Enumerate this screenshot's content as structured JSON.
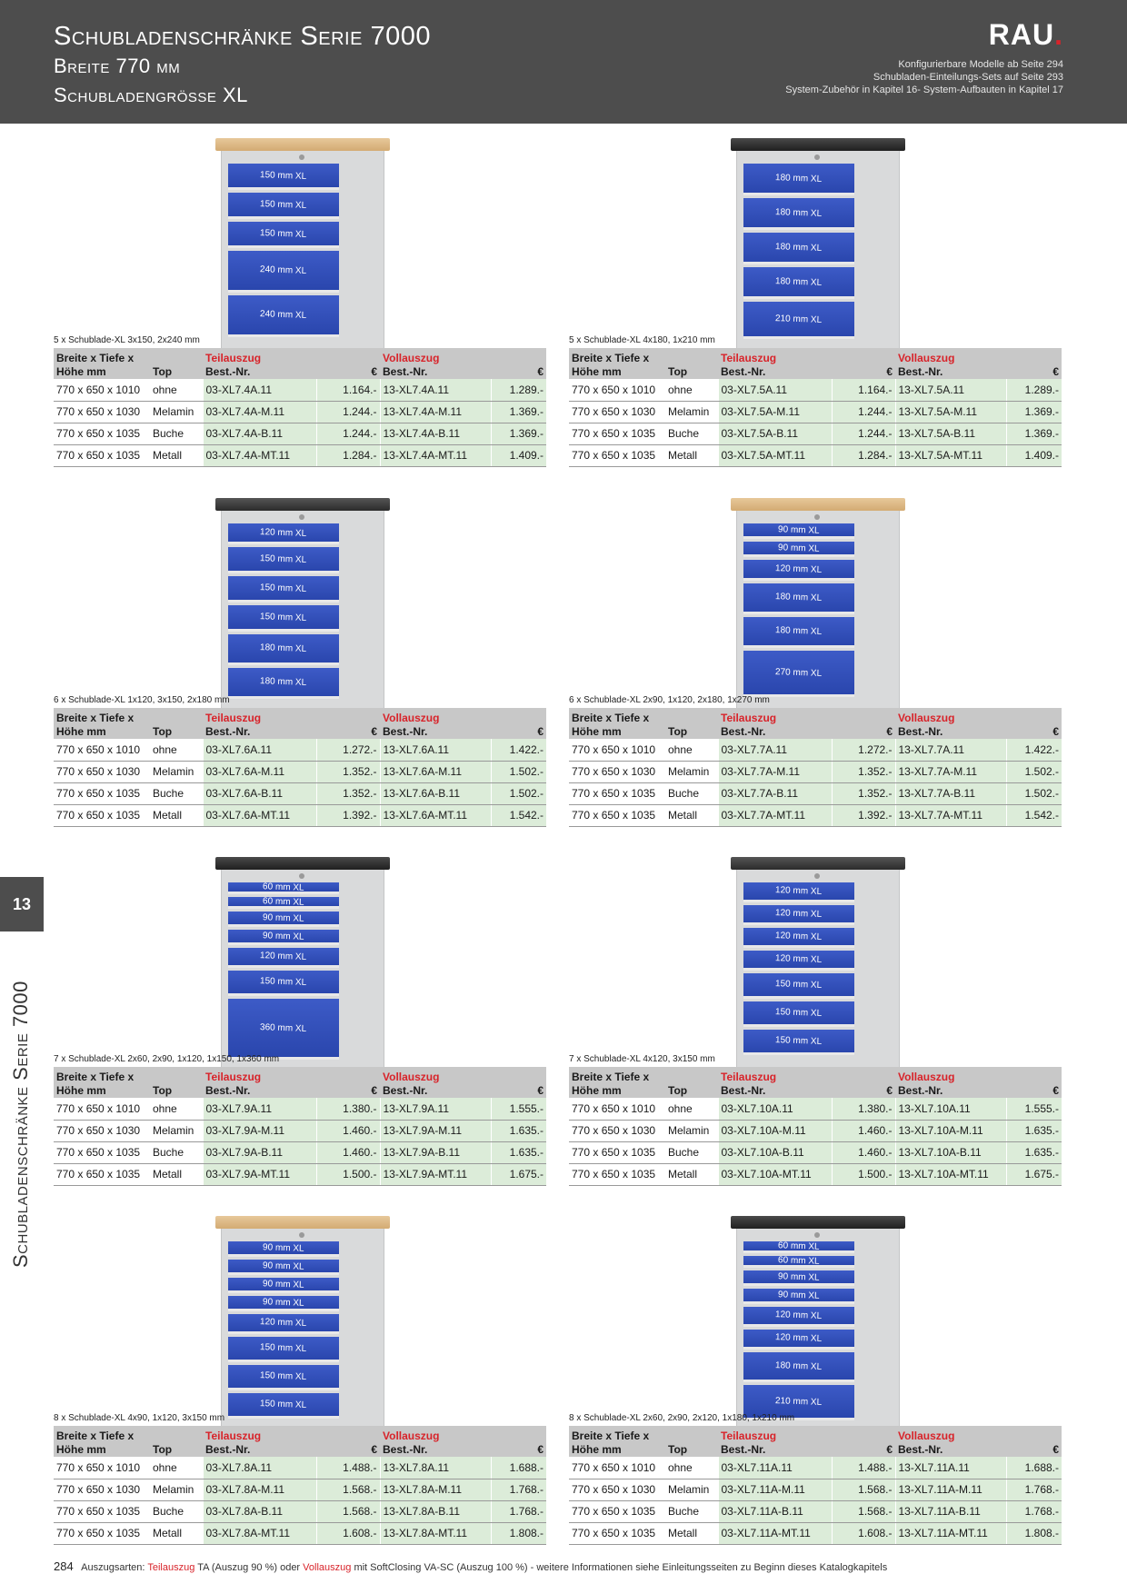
{
  "header": {
    "title_line1": "Schubladenschränke Serie 7000",
    "title_line2": "Breite 770 mm",
    "title_line3": "Schubladengrösse XL",
    "logo": "RAU",
    "logo_dot": ".",
    "info": [
      "Konfigurierbare Modelle ab Seite 294",
      "Schubladen-Einteilungs-Sets auf Seite 293",
      "System-Zubehör in Kapitel 16- System-Aufbauten in Kapitel 17"
    ]
  },
  "side": {
    "chapter": "13",
    "vertical_title": "Schubladenschränke Serie 7000"
  },
  "table_headers": {
    "col1_line1": "Breite x Tiefe x",
    "col1_line2": "Höhe mm",
    "col2": "Top",
    "teil": "Teilauszug",
    "voll": "Vollauszug",
    "bestnr": "Best.-Nr.",
    "eur": "€"
  },
  "products": [
    {
      "caption": "5 x Schublade-XL 3x150, 2x240 mm",
      "top": "wood",
      "drawers": [
        {
          "label": "150 mm XL",
          "h": 150
        },
        {
          "label": "150 mm XL",
          "h": 150
        },
        {
          "label": "150 mm XL",
          "h": 150
        },
        {
          "label": "240 mm XL",
          "h": 240
        },
        {
          "label": "240 mm XL",
          "h": 240
        }
      ],
      "rows": [
        {
          "size": "770 x 650 x 1010",
          "top": "ohne",
          "t_nr": "03-XL7.4A.11",
          "t_p": "1.164.-",
          "v_nr": "13-XL7.4A.11",
          "v_p": "1.289.-"
        },
        {
          "size": "770 x 650 x 1030",
          "top": "Melamin",
          "t_nr": "03-XL7.4A-M.11",
          "t_p": "1.244.-",
          "v_nr": "13-XL7.4A-M.11",
          "v_p": "1.369.-"
        },
        {
          "size": "770 x 650 x 1035",
          "top": "Buche",
          "t_nr": "03-XL7.4A-B.11",
          "t_p": "1.244.-",
          "v_nr": "13-XL7.4A-B.11",
          "v_p": "1.369.-"
        },
        {
          "size": "770 x 650 x 1035",
          "top": "Metall",
          "t_nr": "03-XL7.4A-MT.11",
          "t_p": "1.284.-",
          "v_nr": "13-XL7.4A-MT.11",
          "v_p": "1.409.-"
        }
      ]
    },
    {
      "caption": "5 x Schublade-XL 4x180, 1x210 mm",
      "top": "rubber",
      "drawers": [
        {
          "label": "180 mm XL",
          "h": 180
        },
        {
          "label": "180 mm XL",
          "h": 180
        },
        {
          "label": "180 mm XL",
          "h": 180
        },
        {
          "label": "180 mm XL",
          "h": 180
        },
        {
          "label": "210 mm XL",
          "h": 210
        }
      ],
      "rows": [
        {
          "size": "770 x 650 x 1010",
          "top": "ohne",
          "t_nr": "03-XL7.5A.11",
          "t_p": "1.164.-",
          "v_nr": "13-XL7.5A.11",
          "v_p": "1.289.-"
        },
        {
          "size": "770 x 650 x 1030",
          "top": "Melamin",
          "t_nr": "03-XL7.5A-M.11",
          "t_p": "1.244.-",
          "v_nr": "13-XL7.5A-M.11",
          "v_p": "1.369.-"
        },
        {
          "size": "770 x 650 x 1035",
          "top": "Buche",
          "t_nr": "03-XL7.5A-B.11",
          "t_p": "1.244.-",
          "v_nr": "13-XL7.5A-B.11",
          "v_p": "1.369.-"
        },
        {
          "size": "770 x 650 x 1035",
          "top": "Metall",
          "t_nr": "03-XL7.5A-MT.11",
          "t_p": "1.284.-",
          "v_nr": "13-XL7.5A-MT.11",
          "v_p": "1.409.-"
        }
      ]
    },
    {
      "caption": "6 x Schublade-XL 1x120, 3x150, 2x180 mm",
      "top": "black",
      "drawers": [
        {
          "label": "120 mm XL",
          "h": 120
        },
        {
          "label": "150 mm XL",
          "h": 150
        },
        {
          "label": "150 mm XL",
          "h": 150
        },
        {
          "label": "150 mm XL",
          "h": 150
        },
        {
          "label": "180 mm XL",
          "h": 180
        },
        {
          "label": "180 mm XL",
          "h": 180
        }
      ],
      "rows": [
        {
          "size": "770 x 650 x 1010",
          "top": "ohne",
          "t_nr": "03-XL7.6A.11",
          "t_p": "1.272.-",
          "v_nr": "13-XL7.6A.11",
          "v_p": "1.422.-"
        },
        {
          "size": "770 x 650 x 1030",
          "top": "Melamin",
          "t_nr": "03-XL7.6A-M.11",
          "t_p": "1.352.-",
          "v_nr": "13-XL7.6A-M.11",
          "v_p": "1.502.-"
        },
        {
          "size": "770 x 650 x 1035",
          "top": "Buche",
          "t_nr": "03-XL7.6A-B.11",
          "t_p": "1.352.-",
          "v_nr": "13-XL7.6A-B.11",
          "v_p": "1.502.-"
        },
        {
          "size": "770 x 650 x 1035",
          "top": "Metall",
          "t_nr": "03-XL7.6A-MT.11",
          "t_p": "1.392.-",
          "v_nr": "13-XL7.6A-MT.11",
          "v_p": "1.542.-"
        }
      ]
    },
    {
      "caption": "6 x Schublade-XL 2x90, 1x120, 2x180, 1x270 mm",
      "top": "wood",
      "drawers": [
        {
          "label": "90 mm XL",
          "h": 90
        },
        {
          "label": "90 mm XL",
          "h": 90
        },
        {
          "label": "120 mm XL",
          "h": 120
        },
        {
          "label": "180 mm XL",
          "h": 180
        },
        {
          "label": "180 mm XL",
          "h": 180
        },
        {
          "label": "270 mm XL",
          "h": 270
        }
      ],
      "rows": [
        {
          "size": "770 x 650 x 1010",
          "top": "ohne",
          "t_nr": "03-XL7.7A.11",
          "t_p": "1.272.-",
          "v_nr": "13-XL7.7A.11",
          "v_p": "1.422.-"
        },
        {
          "size": "770 x 650 x 1030",
          "top": "Melamin",
          "t_nr": "03-XL7.7A-M.11",
          "t_p": "1.352.-",
          "v_nr": "13-XL7.7A-M.11",
          "v_p": "1.502.-"
        },
        {
          "size": "770 x 650 x 1035",
          "top": "Buche",
          "t_nr": "03-XL7.7A-B.11",
          "t_p": "1.352.-",
          "v_nr": "13-XL7.7A-B.11",
          "v_p": "1.502.-"
        },
        {
          "size": "770 x 650 x 1035",
          "top": "Metall",
          "t_nr": "03-XL7.7A-MT.11",
          "t_p": "1.392.-",
          "v_nr": "13-XL7.7A-MT.11",
          "v_p": "1.542.-"
        }
      ]
    },
    {
      "caption": "7 x Schublade-XL 2x60, 2x90, 1x120, 1x150, 1x360 mm",
      "top": "rubber",
      "drawers": [
        {
          "label": "60 mm XL",
          "h": 60
        },
        {
          "label": "60 mm XL",
          "h": 60
        },
        {
          "label": "90 mm XL",
          "h": 90
        },
        {
          "label": "90 mm XL",
          "h": 90
        },
        {
          "label": "120 mm XL",
          "h": 120
        },
        {
          "label": "150 mm XL",
          "h": 150
        },
        {
          "label": "360 mm XL",
          "h": 360
        }
      ],
      "rows": [
        {
          "size": "770 x 650 x 1010",
          "top": "ohne",
          "t_nr": "03-XL7.9A.11",
          "t_p": "1.380.-",
          "v_nr": "13-XL7.9A.11",
          "v_p": "1.555.-"
        },
        {
          "size": "770 x 650 x 1030",
          "top": "Melamin",
          "t_nr": "03-XL7.9A-M.11",
          "t_p": "1.460.-",
          "v_nr": "13-XL7.9A-M.11",
          "v_p": "1.635.-"
        },
        {
          "size": "770 x 650 x 1035",
          "top": "Buche",
          "t_nr": "03-XL7.9A-B.11",
          "t_p": "1.460.-",
          "v_nr": "13-XL7.9A-B.11",
          "v_p": "1.635.-"
        },
        {
          "size": "770 x 650 x 1035",
          "top": "Metall",
          "t_nr": "03-XL7.9A-MT.11",
          "t_p": "1.500.-",
          "v_nr": "13-XL7.9A-MT.11",
          "v_p": "1.675.-"
        }
      ]
    },
    {
      "caption": "7 x Schublade-XL 4x120, 3x150 mm",
      "top": "black",
      "drawers": [
        {
          "label": "120 mm XL",
          "h": 120
        },
        {
          "label": "120 mm XL",
          "h": 120
        },
        {
          "label": "120 mm XL",
          "h": 120
        },
        {
          "label": "120 mm XL",
          "h": 120
        },
        {
          "label": "150 mm XL",
          "h": 150
        },
        {
          "label": "150 mm XL",
          "h": 150
        },
        {
          "label": "150 mm XL",
          "h": 150
        }
      ],
      "rows": [
        {
          "size": "770 x 650 x 1010",
          "top": "ohne",
          "t_nr": "03-XL7.10A.11",
          "t_p": "1.380.-",
          "v_nr": "13-XL7.10A.11",
          "v_p": "1.555.-"
        },
        {
          "size": "770 x 650 x 1030",
          "top": "Melamin",
          "t_nr": "03-XL7.10A-M.11",
          "t_p": "1.460.-",
          "v_nr": "13-XL7.10A-M.11",
          "v_p": "1.635.-"
        },
        {
          "size": "770 x 650 x 1035",
          "top": "Buche",
          "t_nr": "03-XL7.10A-B.11",
          "t_p": "1.460.-",
          "v_nr": "13-XL7.10A-B.11",
          "v_p": "1.635.-"
        },
        {
          "size": "770 x 650 x 1035",
          "top": "Metall",
          "t_nr": "03-XL7.10A-MT.11",
          "t_p": "1.500.-",
          "v_nr": "13-XL7.10A-MT.11",
          "v_p": "1.675.-"
        }
      ]
    },
    {
      "caption": "8 x Schublade-XL 4x90, 1x120, 3x150 mm",
      "top": "wood",
      "drawers": [
        {
          "label": "90 mm XL",
          "h": 90
        },
        {
          "label": "90 mm XL",
          "h": 90
        },
        {
          "label": "90 mm XL",
          "h": 90
        },
        {
          "label": "90 mm XL",
          "h": 90
        },
        {
          "label": "120 mm XL",
          "h": 120
        },
        {
          "label": "150 mm XL",
          "h": 150
        },
        {
          "label": "150 mm XL",
          "h": 150
        },
        {
          "label": "150 mm XL",
          "h": 150
        }
      ],
      "rows": [
        {
          "size": "770 x 650 x 1010",
          "top": "ohne",
          "t_nr": "03-XL7.8A.11",
          "t_p": "1.488.-",
          "v_nr": "13-XL7.8A.11",
          "v_p": "1.688.-"
        },
        {
          "size": "770 x 650 x 1030",
          "top": "Melamin",
          "t_nr": "03-XL7.8A-M.11",
          "t_p": "1.568.-",
          "v_nr": "13-XL7.8A-M.11",
          "v_p": "1.768.-"
        },
        {
          "size": "770 x 650 x 1035",
          "top": "Buche",
          "t_nr": "03-XL7.8A-B.11",
          "t_p": "1.568.-",
          "v_nr": "13-XL7.8A-B.11",
          "v_p": "1.768.-"
        },
        {
          "size": "770 x 650 x 1035",
          "top": "Metall",
          "t_nr": "03-XL7.8A-MT.11",
          "t_p": "1.608.-",
          "v_nr": "13-XL7.8A-MT.11",
          "v_p": "1.808.-"
        }
      ]
    },
    {
      "caption": "8 x Schublade-XL 2x60, 2x90, 2x120, 1x180, 1x210 mm",
      "top": "rubber",
      "drawers": [
        {
          "label": "60 mm XL",
          "h": 60
        },
        {
          "label": "60 mm XL",
          "h": 60
        },
        {
          "label": "90 mm XL",
          "h": 90
        },
        {
          "label": "90 mm XL",
          "h": 90
        },
        {
          "label": "120 mm XL",
          "h": 120
        },
        {
          "label": "120 mm XL",
          "h": 120
        },
        {
          "label": "180 mm XL",
          "h": 180
        },
        {
          "label": "210 mm XL",
          "h": 210
        }
      ],
      "rows": [
        {
          "size": "770 x 650 x 1010",
          "top": "ohne",
          "t_nr": "03-XL7.11A.11",
          "t_p": "1.488.-",
          "v_nr": "13-XL7.11A.11",
          "v_p": "1.688.-"
        },
        {
          "size": "770 x 650 x 1030",
          "top": "Melamin",
          "t_nr": "03-XL7.11A-M.11",
          "t_p": "1.568.-",
          "v_nr": "13-XL7.11A-M.11",
          "v_p": "1.768.-"
        },
        {
          "size": "770 x 650 x 1035",
          "top": "Buche",
          "t_nr": "03-XL7.11A-B.11",
          "t_p": "1.568.-",
          "v_nr": "13-XL7.11A-B.11",
          "v_p": "1.768.-"
        },
        {
          "size": "770 x 650 x 1035",
          "top": "Metall",
          "t_nr": "03-XL7.11A-MT.11",
          "t_p": "1.608.-",
          "v_nr": "13-XL7.11A-MT.11",
          "v_p": "1.808.-"
        }
      ]
    }
  ],
  "footer": {
    "page": "284",
    "prefix": "Auszugsarten:",
    "teil": "Teilauszug",
    "mid1": "TA (Auszug 90 %)  oder",
    "voll": "Vollauszug",
    "mid2": "mit SoftClosing VA-SC (Auszug 100 %) -  weitere Informationen siehe Einleitungsseiten zu Beginn dieses Katalogkapitels"
  }
}
